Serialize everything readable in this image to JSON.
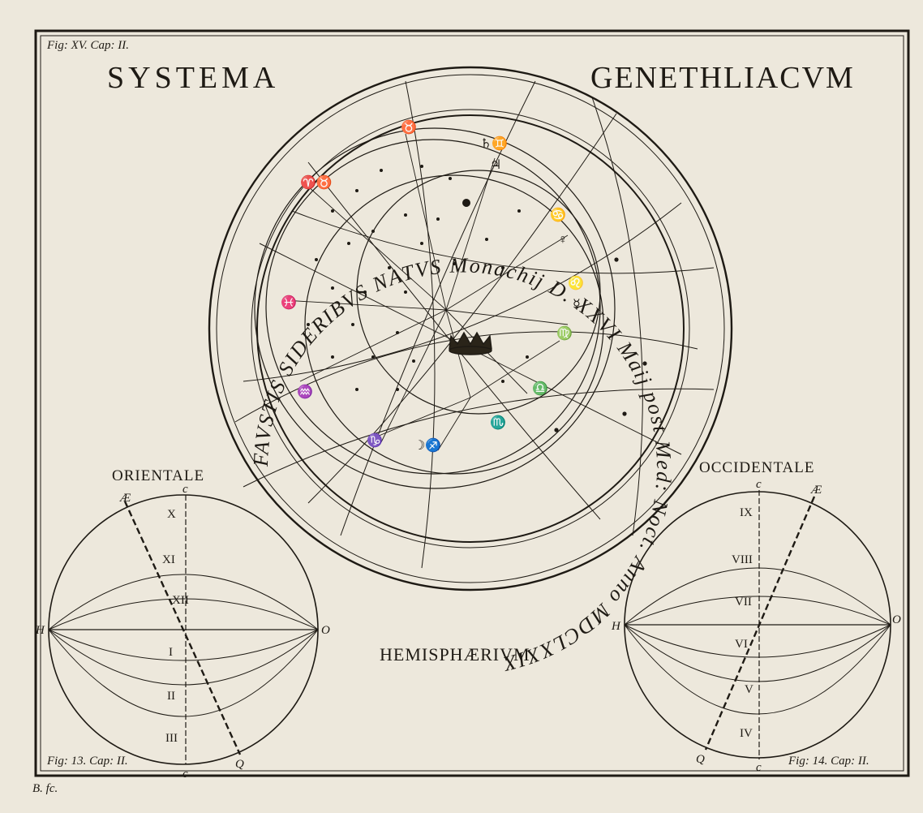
{
  "plate": {
    "title_left": "SYSTEMA",
    "title_right": "GENETHLIACVM",
    "corner_top_left": "Fig: XV. Cap: II.",
    "corner_bottom_left": "Fig: 13. Cap: II.",
    "corner_bottom_right": "Fig: 14. Cap: II.",
    "engraver": "B. fc."
  },
  "main_circle": {
    "ring_inscription": "FAVSTIS SIDERIBVS NATVS Monachij D. XXVI Maij post Med: Noct. Anno MDCLXXIX"
  },
  "hemisphere_left": {
    "caption": "ORIENTALE",
    "top_pole": "c",
    "bottom_pole": "c",
    "left_point": "H",
    "right_point": "O",
    "end_top": "Æ",
    "end_bottom": "Q",
    "house_numerals": [
      "X",
      "XI",
      "XII",
      "I",
      "II",
      "III"
    ]
  },
  "hemisphere_right": {
    "caption": "OCCIDENTALE",
    "top_pole": "c",
    "bottom_pole": "c",
    "left_point": "H",
    "right_point": "O",
    "end_top": "Æ",
    "end_bottom": "Q",
    "house_numerals": [
      "IX",
      "VIII",
      "VII",
      "VI",
      "V",
      "IV"
    ]
  },
  "center_label": "HEMISPHÆRIVM"
}
